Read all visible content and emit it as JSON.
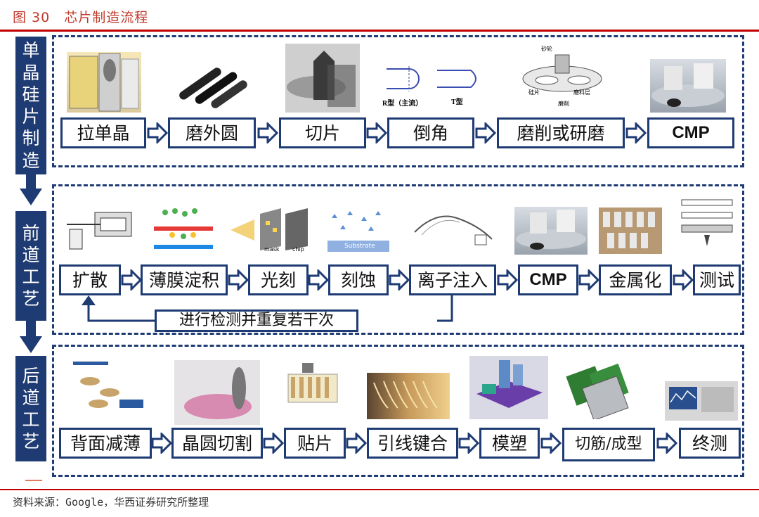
{
  "figure": {
    "title": "图 30　芯片制造流程",
    "source": "资料来源：Google，华西证券研究所整理"
  },
  "stages": [
    {
      "label": [
        "单",
        "晶",
        "硅",
        "片",
        "制",
        "造"
      ],
      "steps": [
        "拉单晶",
        "磨外圆",
        "切片",
        "倒角",
        "磨削或研磨",
        "CMP"
      ],
      "image_labels": {
        "r_type": "R型（主流）",
        "t_type": "T型",
        "grinder_top": "砂轮",
        "grinder_left": "硅片",
        "grinder_right": "磨料层",
        "grinder_bottom": "磨削"
      }
    },
    {
      "label": [
        "前",
        "道",
        "工",
        "艺"
      ],
      "steps": [
        "扩散",
        "薄膜淀积",
        "光刻",
        "刻蚀",
        "离子注入",
        "CMP",
        "金属化",
        "测试"
      ],
      "loop_label": "进行检测并重复若干次",
      "image_labels": {
        "substrate": "Substrate",
        "mask": "mask",
        "chip": "chip"
      }
    },
    {
      "label": [
        "后",
        "道",
        "工",
        "艺"
      ],
      "steps": [
        "背面减薄",
        "晶圆切割",
        "贴片",
        "引线键合",
        "模塑",
        "切筋/成型",
        "终测"
      ]
    }
  ]
}
